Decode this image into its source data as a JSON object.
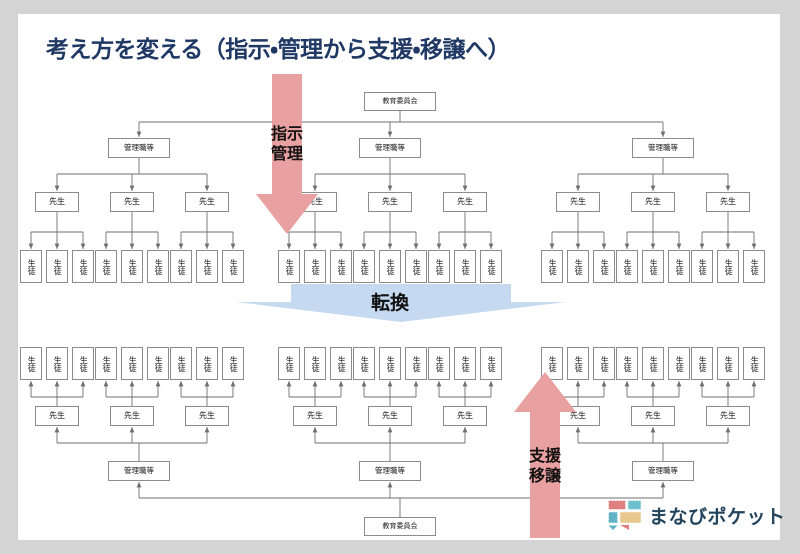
{
  "slide": {
    "title": "考え方を変える（指示・管理から支援・移譲へ）",
    "background": "#ffffff",
    "frame_color": "#d4d4d4",
    "title_color": "#1f3864"
  },
  "labels": {
    "board": "教育委員会",
    "admin": "管理職等",
    "teacher": "先生",
    "student": "生徒"
  },
  "arrows": {
    "top": {
      "name": "instruction-management-arrow",
      "direction": "down",
      "color": "#e8a0a0",
      "line1": "指示",
      "line2": "管理"
    },
    "middle": {
      "name": "transformation-arrow",
      "direction": "down",
      "color": "#c5d9f1",
      "label": "転換"
    },
    "bottom": {
      "name": "support-delegation-arrow",
      "direction": "up",
      "color": "#e8a0a0",
      "line1": "支援",
      "line2": "移譲"
    }
  },
  "logo": {
    "text": "まなびポケット",
    "text_color": "#23445c",
    "mark_colors": [
      "#e07f7f",
      "#5fb3c4",
      "#e8c88c",
      "#6fc0cf",
      "#e8a0a0"
    ]
  },
  "top_hierarchy": {
    "type": "tree-top-down",
    "root": "教育委員会",
    "admins": [
      "管理職等",
      "管理職等",
      "管理職等"
    ],
    "teachers_per_admin": 3,
    "students_per_teacher": 3,
    "total_teachers": 9,
    "total_students": 27
  },
  "bottom_hierarchy": {
    "type": "tree-bottom-up",
    "root": "教育委員会",
    "admins": [
      "管理職等",
      "管理職等",
      "管理職等"
    ],
    "teachers_per_admin": 3,
    "students_per_teacher": 3,
    "total_teachers": 9,
    "total_students": 27
  }
}
